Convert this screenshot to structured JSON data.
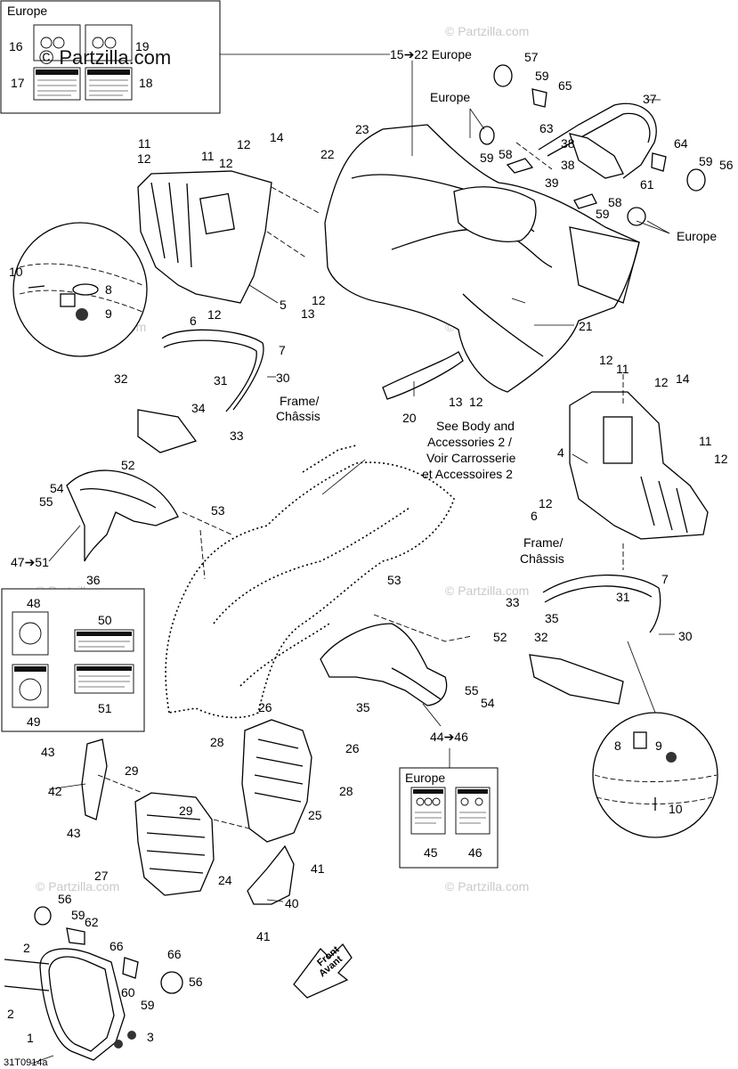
{
  "watermark": {
    "brand": "© Partzilla.com",
    "small": "© Partzilla.com"
  },
  "drawing_code": "31T0914a",
  "europe_label": "Europe",
  "frame_label": [
    "Frame/",
    "Châssis"
  ],
  "see_note": [
    "See Body and",
    "Accessories 2 /",
    "Voir Carrosserie",
    "et Accessoires 2"
  ],
  "arrow_label": [
    "Front",
    "Avant"
  ],
  "ranges": {
    "r15_22": "15➔22 Europe",
    "r47_51": "47➔51",
    "r44_46": "44➔46"
  },
  "callouts": {
    "c1": "1",
    "c2a": "2",
    "c2b": "2",
    "c3": "3",
    "c4": "4",
    "c5": "5",
    "c6a": "6",
    "c6b": "6",
    "c7a": "7",
    "c7b": "7",
    "c8a": "8",
    "c8b": "8",
    "c9a": "9",
    "c9b": "9",
    "c10a": "10",
    "c10b": "10",
    "c11a": "11",
    "c11b": "11",
    "c11c": "11",
    "c11d": "11",
    "c12a": "12",
    "c12b": "12",
    "c12c": "12",
    "c12d": "12",
    "c12e": "12",
    "c12f": "12",
    "c12g": "12",
    "c12h": "12",
    "c12i": "12",
    "c12j": "12",
    "c13a": "13",
    "c13b": "13",
    "c14a": "14",
    "c14b": "14",
    "c16": "16",
    "c17": "17",
    "c18": "18",
    "c19": "19",
    "c20": "20",
    "c21": "21",
    "c22": "22",
    "c23": "23",
    "c24": "24",
    "c25": "25",
    "c26a": "26",
    "c26b": "26",
    "c27": "27",
    "c28a": "28",
    "c28b": "28",
    "c29a": "29",
    "c29b": "29",
    "c30a": "30",
    "c30b": "30",
    "c31a": "31",
    "c31b": "31",
    "c32a": "32",
    "c32b": "32",
    "c33a": "33",
    "c33b": "33",
    "c34": "34",
    "c35a": "35",
    "c35b": "35",
    "c36": "36",
    "c37": "37",
    "c38": "38",
    "c39": "39",
    "c40": "40",
    "c41a": "41",
    "c41b": "41",
    "c42": "42",
    "c43a": "43",
    "c43b": "43",
    "c45": "45",
    "c46": "46",
    "c48": "48",
    "c49": "49",
    "c50": "50",
    "c51": "51",
    "c52a": "52",
    "c52b": "52",
    "c53a": "53",
    "c53b": "53",
    "c54a": "54",
    "c54b": "54",
    "c55a": "55",
    "c55b": "55",
    "c56a": "56",
    "c56b": "56",
    "c56c": "56",
    "c57": "57",
    "c58a": "58",
    "c58b": "58",
    "c59a": "59",
    "c59b": "59",
    "c59c": "59",
    "c59d": "59",
    "c59e": "59",
    "c59f": "59",
    "c60": "60",
    "c61": "61",
    "c62": "62",
    "c63": "63",
    "c64": "64",
    "c65": "65",
    "c66a": "66",
    "c66b": "66"
  },
  "icons": {
    "front_arrow": "front-arrow-icon",
    "detail_circle": "magnifier-detail-icon"
  }
}
